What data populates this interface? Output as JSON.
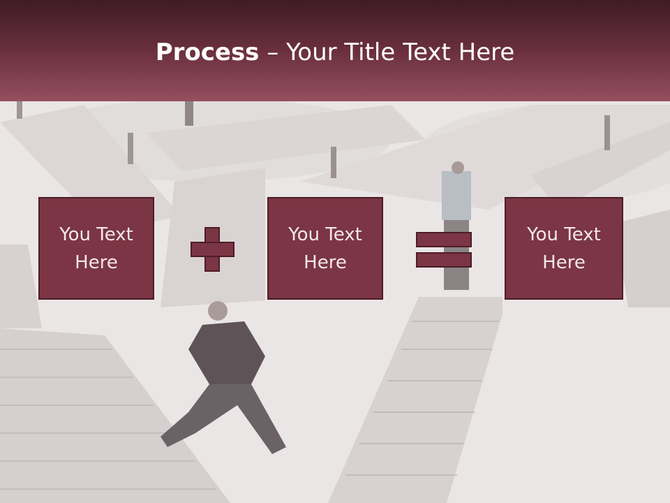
{
  "slide": {
    "title_bold": "Process",
    "title_rest": " – Your Title Text Here",
    "boxes": [
      {
        "text": "You Text\nHere"
      },
      {
        "text": "You Text\nHere"
      },
      {
        "text": "You Text\nHere"
      }
    ],
    "operators": [
      "plus",
      "equals"
    ],
    "colors": {
      "header_top": "#3f1c25",
      "header_bottom": "#94505f",
      "box_fill": "#7b3544",
      "box_border": "#4c1d27"
    }
  }
}
